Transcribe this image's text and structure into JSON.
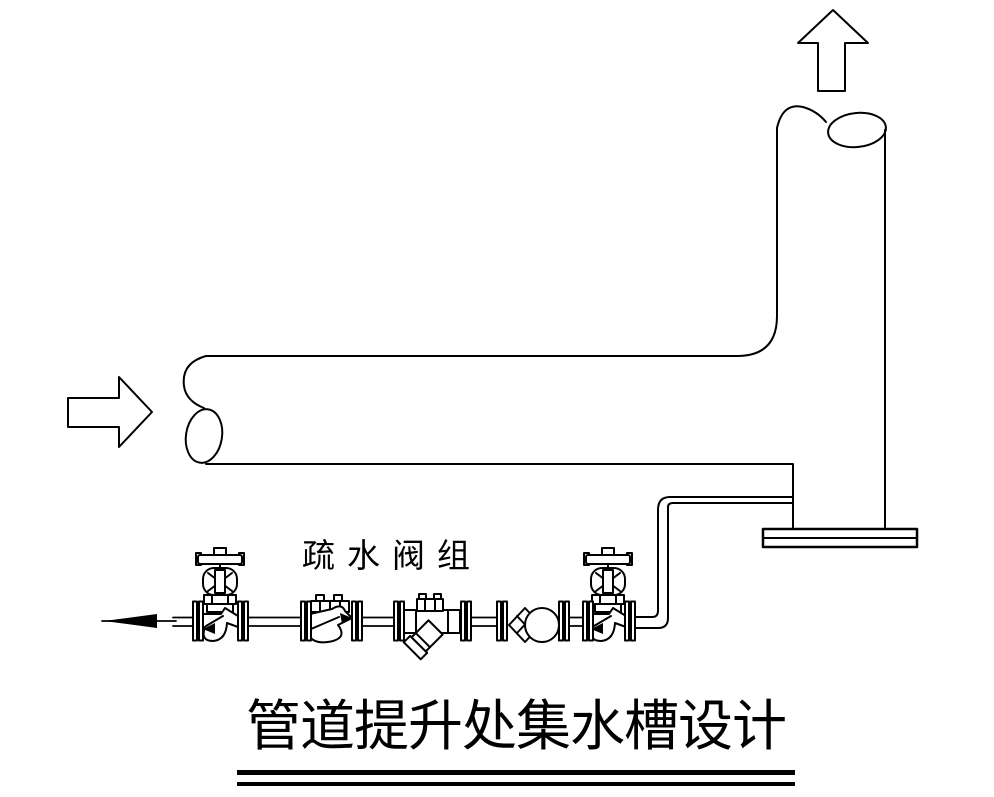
{
  "title": {
    "text": "管道提升处集水槽设计"
  },
  "labels": {
    "valve_group": "疏水阀组"
  },
  "colors": {
    "ink": "#000000",
    "background": "#ffffff"
  },
  "icons": {
    "inlet_arrow": "hollow-arrow-right",
    "outlet_arrow": "hollow-arrow-up",
    "drain_flow_arrow": "solid-arrow-left",
    "pipe_break": "s-curve-break-symbol"
  },
  "components": [
    {
      "name": "inlet-pipe",
      "type": "large-pipe-horizontal"
    },
    {
      "name": "riser-pipe",
      "type": "large-pipe-vertical"
    },
    {
      "name": "collection-trough-base",
      "type": "flange-plate"
    },
    {
      "name": "drain-takeoff-pipe",
      "type": "small-bore-pipe"
    },
    {
      "name": "isolation-globe-valve-1",
      "type": "globe-valve-handwheel"
    },
    {
      "name": "steam-trap",
      "type": "trap"
    },
    {
      "name": "y-strainer",
      "type": "strainer"
    },
    {
      "name": "check-valve",
      "type": "check-valve"
    },
    {
      "name": "isolation-globe-valve-2",
      "type": "globe-valve-handwheel"
    }
  ]
}
